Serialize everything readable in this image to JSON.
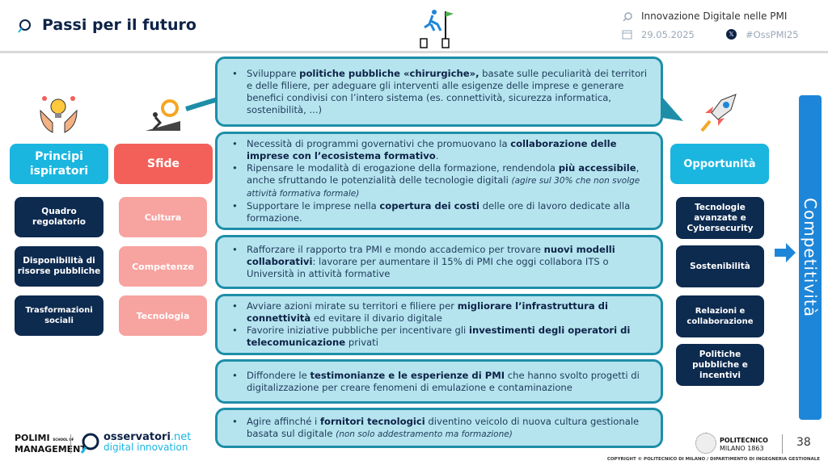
{
  "header": {
    "title": "Passi per il futuro",
    "event": "Innovazione Digitale nelle PMI",
    "date": "29.05.2025",
    "hashtag": "#OssPMI25"
  },
  "colors": {
    "cyan": "#1ab6e0",
    "salmon": "#f26059",
    "navy": "#0d2a4f",
    "pink": "#f7a3a0",
    "teal_border": "#1e8ea8",
    "box_fill": "#b5e4ee",
    "blue": "#1e86d8"
  },
  "left": {
    "principi_label": "Principi ispiratori",
    "sfide_label": "Sfide",
    "principi": [
      "Quadro regolatorio",
      "Disponibilità di risorse pubbliche",
      "Trasformazioni sociali"
    ],
    "sfide": [
      "Cultura",
      "Competenze",
      "Tecnologia"
    ]
  },
  "right": {
    "opportunita_label": "Opportunità",
    "opportunita": [
      "Tecnologie avanzate e Cybersecurity",
      "Sostenibilità",
      "Relazioni e collaborazione",
      "Politiche pubbliche e incentivi"
    ],
    "competitivita": "Competitività"
  },
  "boxes": [
    [
      [
        {
          "t": "Sviluppare "
        },
        {
          "t": "politiche pubbliche «chirurgiche»,",
          "b": 1
        },
        {
          "t": " basate sulle peculiarità dei territori e delle filiere, per adeguare gli interventi alle esigenze delle imprese e generare benefici condivisi con l’intero sistema (es. connettività, sicurezza informatica, sostenibilità, ...)"
        }
      ]
    ],
    [
      [
        {
          "t": "Necessità di programmi governativi che promuovano la "
        },
        {
          "t": "collaborazione delle imprese con l’ecosistema formativo",
          "b": 1
        },
        {
          "t": "."
        }
      ],
      [
        {
          "t": "Ripensare le modalità di erogazione della formazione, rendendola "
        },
        {
          "t": "più accessibile",
          "b": 1
        },
        {
          "t": ", anche sfruttando le potenzialità delle tecnologie digitali "
        },
        {
          "t": "(agire sul 30% che non svolge attività formativa formale)",
          "i": 1
        }
      ],
      [
        {
          "t": "Supportare le imprese nella "
        },
        {
          "t": "copertura dei costi",
          "b": 1
        },
        {
          "t": " delle ore di lavoro dedicate alla formazione."
        }
      ]
    ],
    [
      [
        {
          "t": "Rafforzare il rapporto tra PMI e mondo accademico per trovare "
        },
        {
          "t": "nuovi modelli collaborativi",
          "b": 1
        },
        {
          "t": ": lavorare per aumentare il 15% di PMI che oggi collabora ITS o Università in attività formative"
        }
      ]
    ],
    [
      [
        {
          "t": "Avviare azioni mirate su territori e filiere per "
        },
        {
          "t": "migliorare l’infrastruttura di connettività",
          "b": 1
        },
        {
          "t": " ed evitare il divario digitale"
        }
      ],
      [
        {
          "t": "Favorire iniziative pubbliche per incentivare gli "
        },
        {
          "t": "investimenti degli operatori di telecomunicazione",
          "b": 1
        },
        {
          "t": " privati"
        }
      ]
    ],
    [
      [
        {
          "t": "Diffondere le "
        },
        {
          "t": "testimonianze e le esperienze di PMI",
          "b": 1
        },
        {
          "t": " che hanno svolto progetti di digitalizzazione per creare fenomeni di emulazione e contaminazione"
        }
      ]
    ],
    [
      [
        {
          "t": "Agire affinché i "
        },
        {
          "t": "fornitori tecnologici",
          "b": 1
        },
        {
          "t": " diventino veicolo di nuova cultura gestionale basata sul digitale "
        },
        {
          "t": "(non solo addestramento ma formazione)",
          "i": 1
        }
      ]
    ]
  ],
  "footer": {
    "polimi_1": "POLIMI",
    "polimi_2": "MANAGEMENT",
    "polimi_school": "SCHOOL OF",
    "oss_1": "osservatori",
    "oss_2": ".net",
    "oss_3": "digital innovation",
    "politecnico_1": "POLITECNICO",
    "politecnico_2": "MILANO 1863",
    "page": "38",
    "copyright": "COPYRIGHT © POLITECNICO DI MILANO / DIPARTIMENTO DI INGEGNERIA GESTIONALE"
  }
}
